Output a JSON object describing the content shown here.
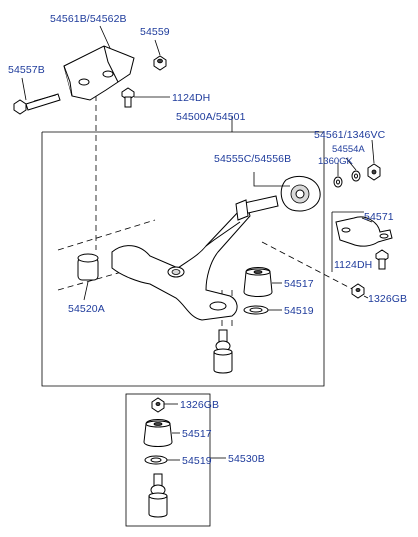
{
  "diagram": {
    "labels": {
      "bracket_pair": "54561B/54562B",
      "nut_top": "54559",
      "bolt_long": "54557B",
      "bolt_small": "1124DH",
      "arm_assy": "54500A/54501",
      "kit_right": "54561/1346VC",
      "washer_r": "54554A",
      "bush_assy": "54555C/54556B",
      "nut_1360": "1360GK",
      "clamp": "54571",
      "bolt_clamp": "1124DH",
      "nut_1326_upper": "1326GB",
      "bush_front": "54520A",
      "boot_upper": "54517",
      "ring_upper": "54519",
      "nut_1326_lower": "1326GB",
      "boot_lower": "54517",
      "ring_lower": "54519",
      "ball_joint_assy": "54530B"
    }
  }
}
